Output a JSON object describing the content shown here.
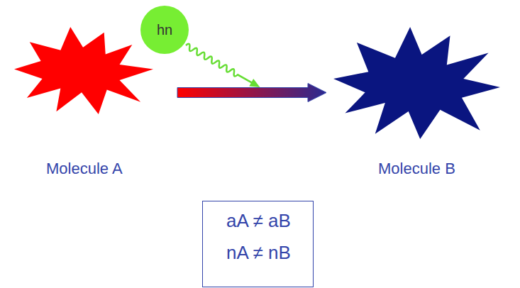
{
  "diagram": {
    "nodes": [
      {
        "text": [
          "Molecule A"
        ]
      },
      {
        "text": [
          "hn"
        ]
      },
      {
        "text": [
          "Molecule B"
        ]
      },
      {
        "text": [
          "aA ≠ aB",
          "nA ≠ nB"
        ]
      }
    ],
    "edges": [
      {
        "from": 0,
        "to": 2,
        "arrow": "to"
      }
    ]
  }
}
